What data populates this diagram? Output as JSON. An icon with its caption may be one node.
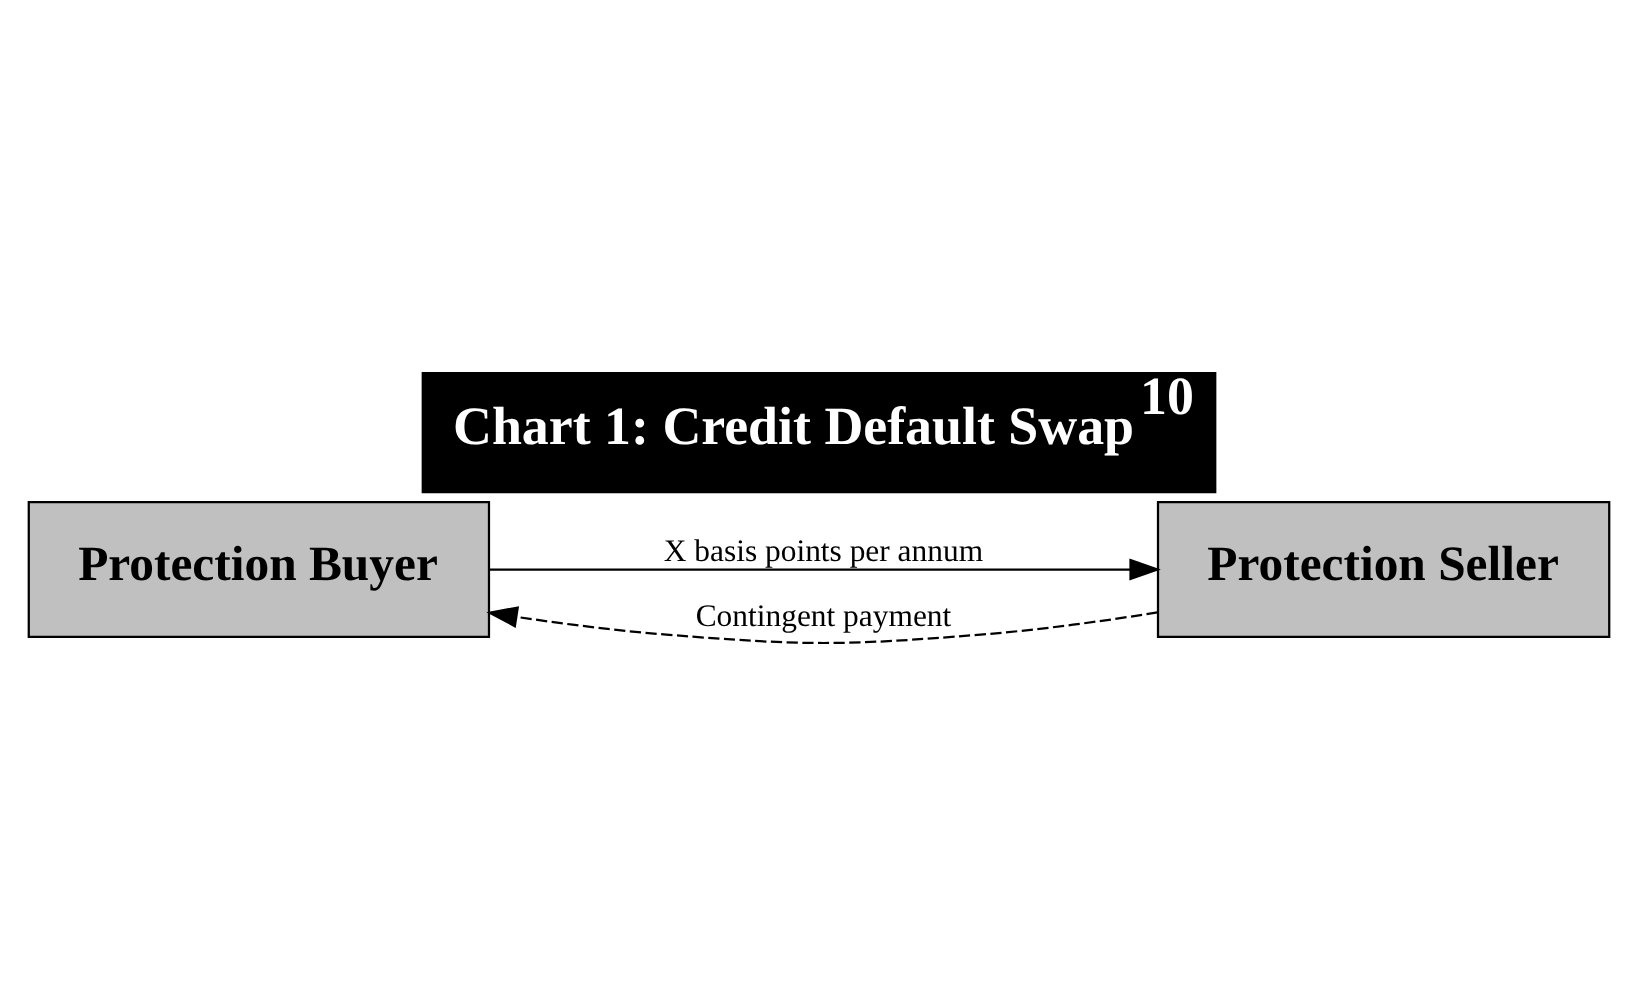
{
  "diagram": {
    "title": "Chart 1: Credit Default Swap$^{10}$",
    "nodes": [
      {
        "text": [
          "Protection Buyer"
        ]
      },
      {
        "text": [
          "Protection Seller"
        ]
      }
    ],
    "edges": [
      {
        "from": 0,
        "to": 1,
        "arrow": "to",
        "label": "X basis points per annum"
      },
      {
        "from": 1,
        "to": 0,
        "arrow": "to",
        "label": "Contingent payment",
        "style": "dashed"
      }
    ]
  }
}
